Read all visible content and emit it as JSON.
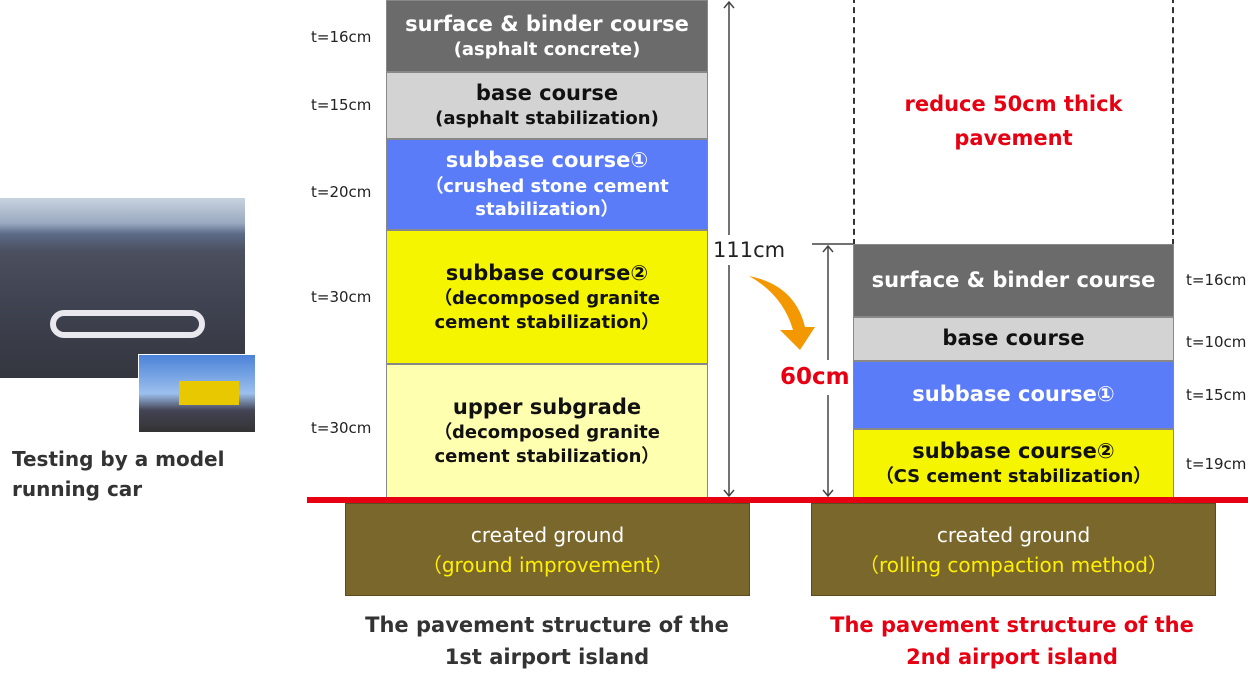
{
  "photo": {
    "caption_line1": "Testing by a model",
    "caption_line2": "running car"
  },
  "left": {
    "layers": [
      {
        "title": "surface & binder course",
        "sub": "(asphalt concrete)",
        "thickness": "t=16cm",
        "color": "#6b6b6b"
      },
      {
        "title": "base course",
        "sub": "(asphalt stabilization)",
        "thickness": "t=15cm",
        "color": "#d3d3d3"
      },
      {
        "title": "subbase course①",
        "sub": "（crushed stone cement stabilization）",
        "thickness": "t=20cm",
        "color": "#5b7cf9"
      },
      {
        "title": "subbase course②",
        "sub": "（decomposed granite cement stabilization）",
        "thickness": "t=30cm",
        "color": "#f5f500"
      },
      {
        "title": "upper subgrade",
        "sub": "（decomposed granite cement stabilization）",
        "thickness": "t=30cm",
        "color": "#ffffb0"
      }
    ],
    "total": "111cm",
    "ground": {
      "line1": "created ground",
      "line2": "（ground improvement）"
    },
    "caption": "The pavement structure of the 1st airport island"
  },
  "right": {
    "reduce_note": "reduce 50cm thick pavement",
    "layers": [
      {
        "title": "surface & binder course",
        "thickness": "t=16cm",
        "color": "#6b6b6b"
      },
      {
        "title": "base course",
        "thickness": "t=10cm",
        "color": "#d3d3d3"
      },
      {
        "title": "subbase course①",
        "thickness": "t=15cm",
        "color": "#5b7cf9"
      },
      {
        "title": "subbase course②",
        "sub": "（CS cement stabilization）",
        "thickness": "t=19cm",
        "color": "#f5f500"
      }
    ],
    "total": "60cm",
    "ground": {
      "line1": "created ground",
      "line2": "（rolling compaction method）"
    },
    "caption": "The pavement structure of the 2nd airport island"
  },
  "colors": {
    "accent_red": "#e60012",
    "arrow_orange": "#f39800",
    "ground": "#7a672c"
  }
}
